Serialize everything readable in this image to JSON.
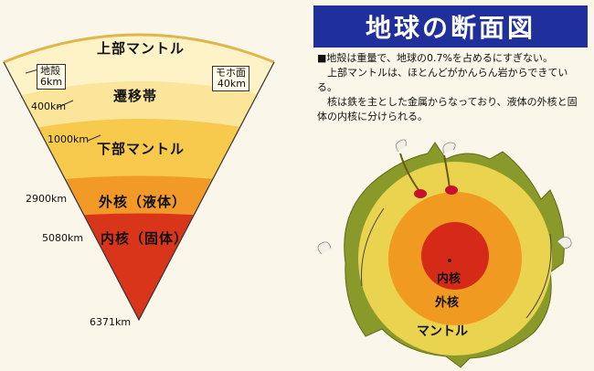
{
  "title": "地球の断面図",
  "description": [
    "■地殻は重量で、地球の0.7%を占めるにすぎない。",
    "　上部マントルは、ほとんどがかんらん岩からできている。",
    "　核は鉄を主とした金属からなっており、液体の外核と固体の内核に分けられる。"
  ],
  "wedge": {
    "layers": {
      "upper_mantle": "上部マントル",
      "transition": "遷移帯",
      "lower_mantle": "下部マントル",
      "outer_core": "外核（液体）",
      "inner_core": "内核（固体）"
    },
    "crust_box": {
      "name": "地殻",
      "depth": "6km"
    },
    "moho_box": {
      "name": "モホ面",
      "depth": "40km"
    },
    "depths": {
      "d400": "400km",
      "d1000": "1000km",
      "d2900": "2900km",
      "d5080": "5080km",
      "d6371": "6371km"
    }
  },
  "globe": {
    "inner_core": "内核",
    "outer_core": "外核",
    "mantle": "マントル"
  },
  "colors": {
    "title_bg": "#1f2f9c",
    "upper_mantle": "#fbeeb0",
    "transition": "#f8d460",
    "lower_mantle": "#f3b43a",
    "outer_core": "#ee8a1c",
    "inner_core": "#d52a18",
    "mantle_globe": "#e9d24d",
    "crust_globe": "#8a9a2a"
  }
}
